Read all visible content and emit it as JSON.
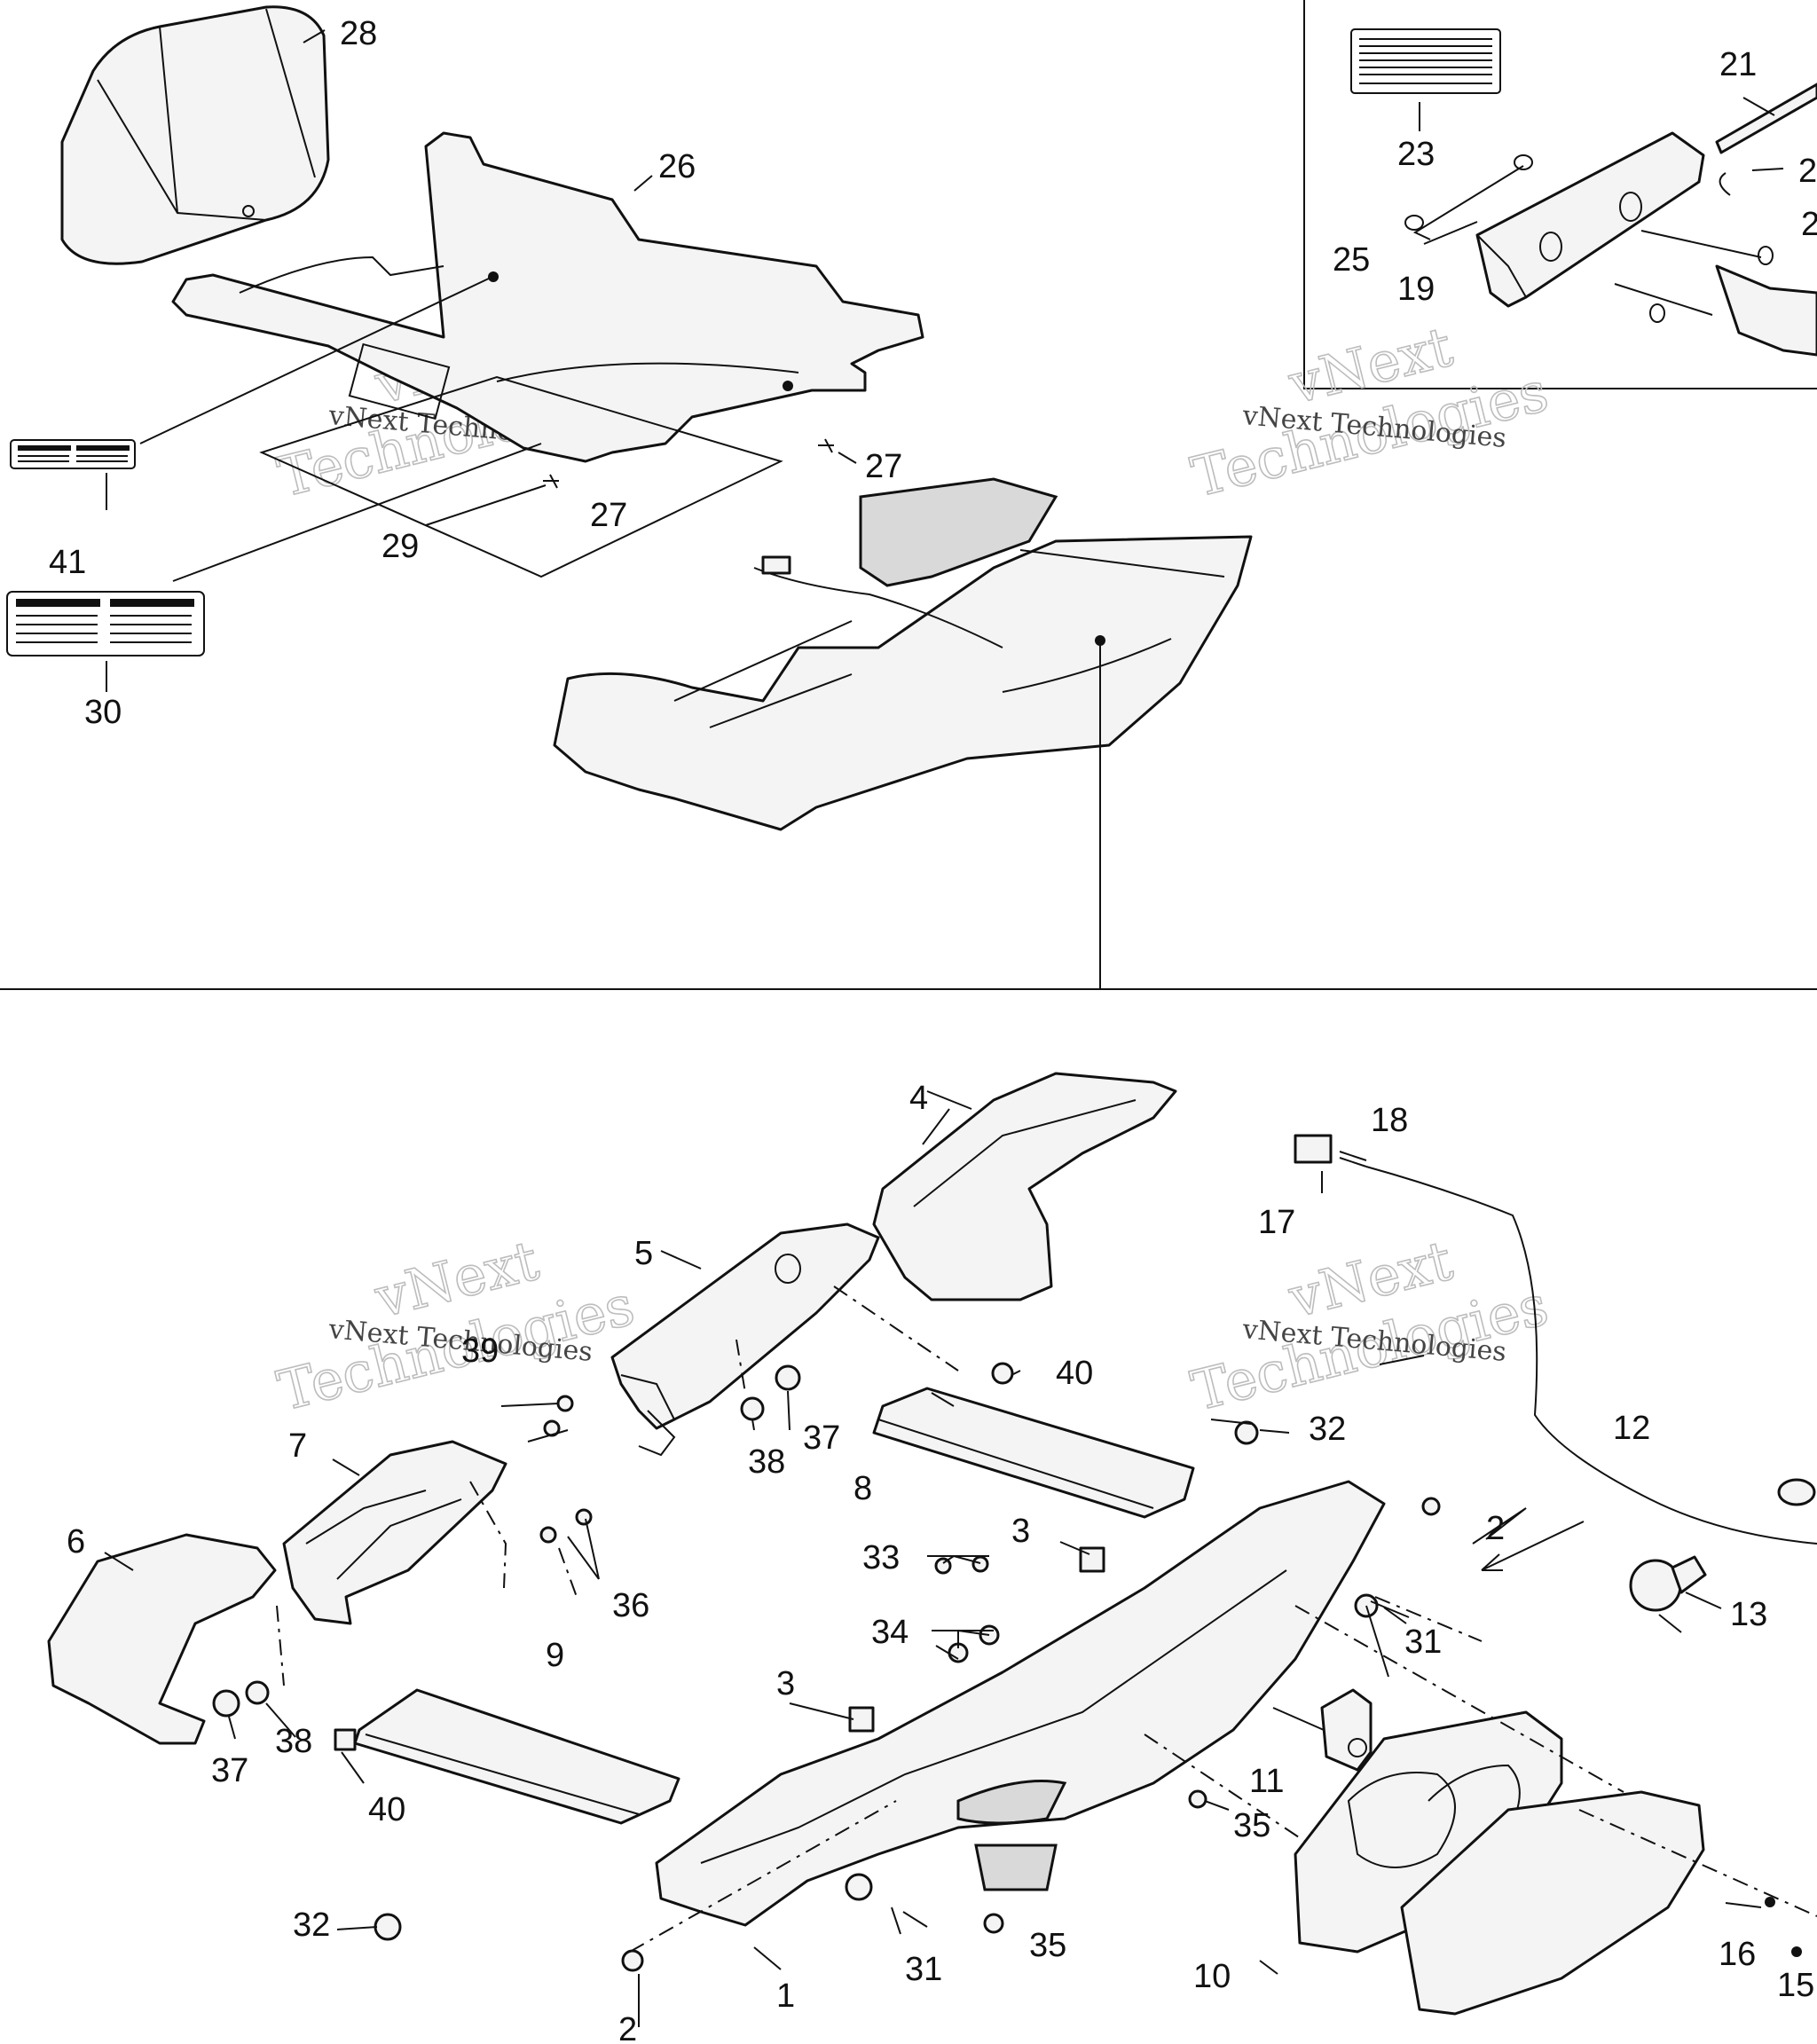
{
  "watermark": {
    "line1": "vNext",
    "line2": "Technologies",
    "small": "vNext Technologies"
  },
  "callouts": {
    "c1": "1",
    "c2a": "2",
    "c2b": "2",
    "c2c": "2",
    "c2d": "2",
    "c3a": "3",
    "c3b": "3",
    "c4": "4",
    "c5": "5",
    "c6": "6",
    "c7": "7",
    "c8": "8",
    "c9": "9",
    "c10": "10",
    "c11": "11",
    "c12": "12",
    "c13": "13",
    "c15": "15",
    "c16": "16",
    "c17": "17",
    "c18": "18",
    "c19": "19",
    "c21": "21",
    "c23": "23",
    "c25": "25",
    "c26": "26",
    "c27a": "27",
    "c27b": "27",
    "c28": "28",
    "c29": "29",
    "c30": "30",
    "c31a": "31",
    "c31b": "31",
    "c32a": "32",
    "c32b": "32",
    "c33": "33",
    "c34": "34",
    "c35a": "35",
    "c35b": "35",
    "c36": "36",
    "c37a": "37",
    "c37b": "37",
    "c38a": "38",
    "c38b": "38",
    "c39": "39",
    "c40a": "40",
    "c40b": "40",
    "c41": "41"
  }
}
